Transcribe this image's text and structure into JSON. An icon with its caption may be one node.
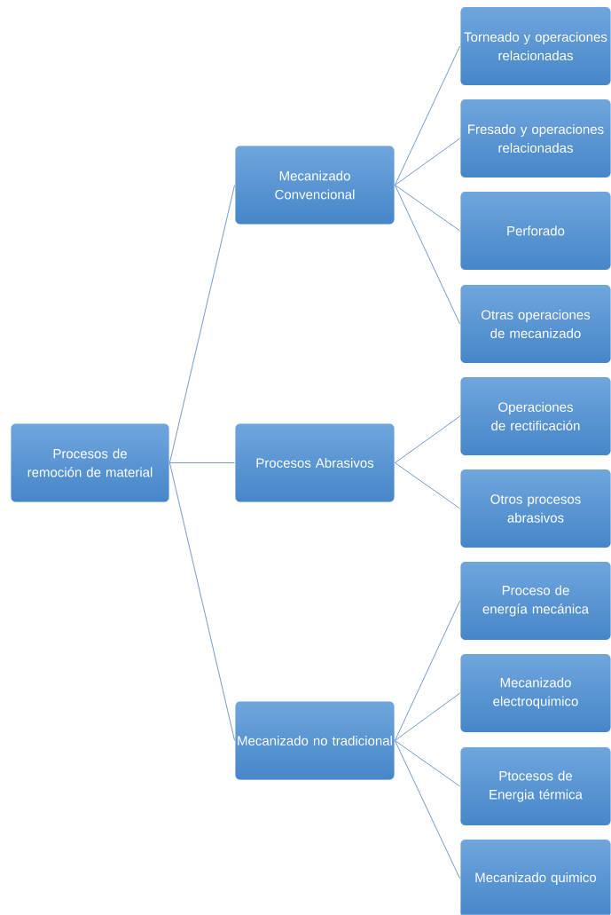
{
  "diagram": {
    "nodes": [
      {
        "text": [
          "Procesos de remoción de material"
        ]
      },
      {
        "text": [
          "Mecanizado Convencional"
        ]
      },
      {
        "text": [
          "Procesos Abrasivos"
        ]
      },
      {
        "text": [
          "Mecanizado no tradicional"
        ]
      },
      {
        "text": [
          "Torneado y operaciones relacionadas"
        ]
      },
      {
        "text": [
          "Fresado y operaciones relacionadas"
        ]
      },
      {
        "text": [
          "Perforado"
        ]
      },
      {
        "text": [
          "Otras operaciones de mecanizado"
        ]
      },
      {
        "text": [
          "Operaciones de rectificación"
        ]
      },
      {
        "text": [
          "Otros procesos abrasivos"
        ]
      },
      {
        "text": [
          "Proceso de energía mecánica"
        ]
      },
      {
        "text": [
          "Mecanizado electroquimico"
        ]
      },
      {
        "text": [
          "Ptocesos de Energia  térmica"
        ]
      },
      {
        "text": [
          "Mecanizado quimico"
        ]
      }
    ],
    "edges": [
      {
        "from": 0,
        "to": 1,
        "arrow": "none"
      },
      {
        "from": 0,
        "to": 2,
        "arrow": "none"
      },
      {
        "from": 0,
        "to": 3,
        "arrow": "none"
      },
      {
        "from": 1,
        "to": 4,
        "arrow": "none"
      },
      {
        "from": 1,
        "to": 5,
        "arrow": "none"
      },
      {
        "from": 1,
        "to": 6,
        "arrow": "none"
      },
      {
        "from": 1,
        "to": 7,
        "arrow": "none"
      },
      {
        "from": 2,
        "to": 8,
        "arrow": "none"
      },
      {
        "from": 2,
        "to": 9,
        "arrow": "none"
      },
      {
        "from": 3,
        "to": 10,
        "arrow": "none"
      },
      {
        "from": 3,
        "to": 11,
        "arrow": "none"
      },
      {
        "from": 3,
        "to": 12,
        "arrow": "none"
      },
      {
        "from": 3,
        "to": 13,
        "arrow": "none"
      }
    ]
  }
}
